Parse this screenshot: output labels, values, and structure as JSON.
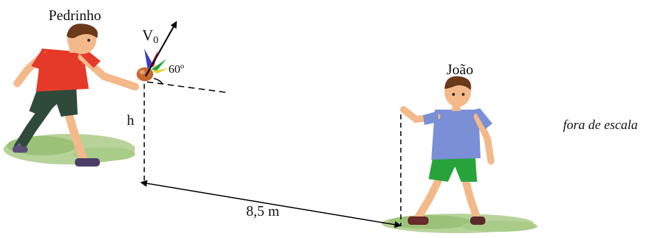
{
  "labels": {
    "pedrinho": "Pedrinho",
    "joao": "João",
    "velocity_symbol": "V",
    "velocity_subscript": "0",
    "angle": "60º",
    "height": "h",
    "distance": "8,5 m",
    "scale_note": "fora de escala"
  },
  "colors": {
    "pedrinho_shirt": "#e53a2a",
    "pedrinho_shorts": "#2f4a3a",
    "joao_shirt": "#7a8fd6",
    "joao_shorts": "#28a33c",
    "skin": "#f3b98a",
    "hair": "#6a3a1a",
    "grass": "#b8d39a",
    "ball": "#c8692e"
  }
}
